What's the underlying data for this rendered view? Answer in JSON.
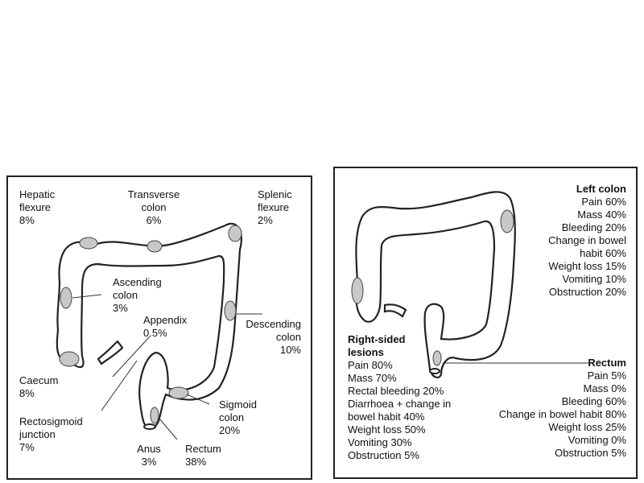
{
  "left_diagram": {
    "hepatic": {
      "line1": "Hepatic",
      "line2": "flexure",
      "pct": "8%"
    },
    "transverse": {
      "line1": "Transverse",
      "line2": "colon",
      "pct": "6%"
    },
    "splenic": {
      "line1": "Splenic",
      "line2": "flexure",
      "pct": "2%"
    },
    "ascending": {
      "line1": "Ascending",
      "line2": "colon",
      "pct": "3%"
    },
    "appendix": {
      "line1": "Appendix",
      "pct": "0.5%"
    },
    "descending": {
      "line1": "Descending",
      "line2": "colon",
      "pct": "10%"
    },
    "caecum": {
      "line1": "Caecum",
      "pct": "8%"
    },
    "rectosigmoid": {
      "line1": "Rectosigmoid",
      "line2": "junction",
      "pct": "7%"
    },
    "sigmoid": {
      "line1": "Sigmoid",
      "line2": "colon",
      "pct": "20%"
    },
    "anus": {
      "line1": "Anus",
      "pct": "3%"
    },
    "rectum": {
      "line1": "Rectum",
      "pct": "38%"
    }
  },
  "right_diagram": {
    "left_colon": {
      "title": "Left colon",
      "items": [
        "Pain 60%",
        "Mass 40%",
        "Bleeding 20%",
        "Change in bowel",
        "habit 60%",
        "Weight loss 15%",
        "Vomiting 10%",
        "Obstruction 20%"
      ]
    },
    "right_sided": {
      "title_line1": "Right-sided",
      "title_line2": "lesions",
      "items": [
        "Pain 80%",
        "Mass 70%",
        "Rectal bleeding 20%",
        "Diarrhoea + change in",
        "bowel habit 40%",
        "Weight loss 50%",
        "Vomiting 30%",
        "Obstruction 5%"
      ]
    },
    "rectum": {
      "title": "Rectum",
      "items": [
        "Pain 5%",
        "Mass 0%",
        "Bleeding 60%",
        "Change in bowel habit 80%",
        "Weight loss 25%",
        "Vomiting 0%",
        "Obstruction 5%"
      ]
    }
  }
}
